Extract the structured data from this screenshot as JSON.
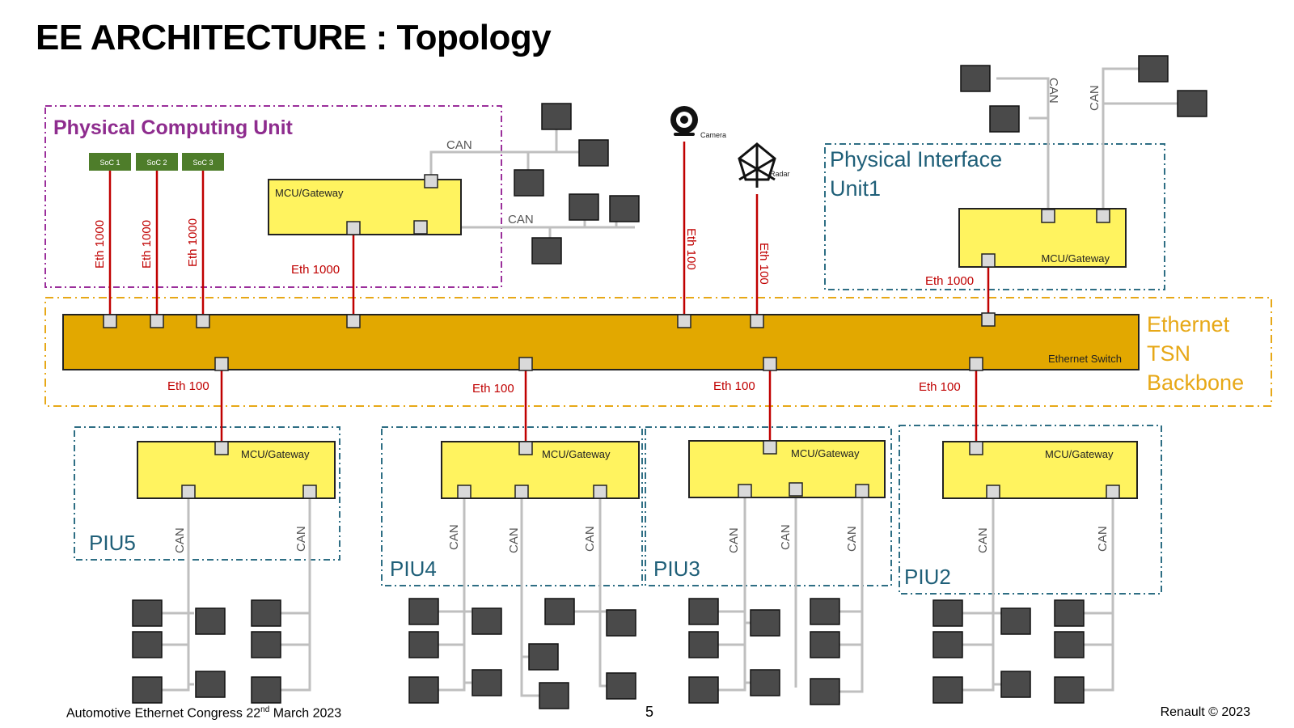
{
  "title": "EE ARCHITECTURE : Topology",
  "colors": {
    "ecu_fill": "#FFF35F",
    "switch_fill": "#E2A800",
    "eth_line": "#C00000",
    "can_line": "#BFBFBF",
    "node_fill": "#4A4A4A",
    "soc_fill": "#4E7D2A",
    "pcu_border": "#9B2F9B",
    "piu_border": "#2E6E84",
    "backbone_border": "#E7A817",
    "port_fill": "#D9D9D9"
  },
  "pcu": {
    "label": "Physical Computing Unit",
    "soc_labels": [
      "SoC 1",
      "SoC 2",
      "SoC 3"
    ],
    "mcu_label": "MCU/Gateway",
    "can_labels": [
      "CAN",
      "CAN"
    ]
  },
  "sensors": {
    "camera_label": "Camera",
    "radar_label": "Radar"
  },
  "piu1": {
    "label_line1": "Physical Interface",
    "label_line2": "Unit1",
    "mcu_label": "MCU/Gateway",
    "can_labels": [
      "CAN",
      "CAN"
    ]
  },
  "backbone": {
    "label_line1": "Ethernet",
    "label_line2": "TSN",
    "label_line3": "Backbone",
    "switch_label": "Ethernet Switch"
  },
  "links": {
    "eth1000": "Eth 1000",
    "eth100": "Eth 100"
  },
  "pius": [
    {
      "label": "PIU5",
      "mcu_label": "MCU/Gateway",
      "can_labels": [
        "CAN",
        "CAN"
      ]
    },
    {
      "label": "PIU4",
      "mcu_label": "MCU/Gateway",
      "can_labels": [
        "CAN",
        "CAN",
        "CAN"
      ]
    },
    {
      "label": "PIU3",
      "mcu_label": "MCU/Gateway",
      "can_labels": [
        "CAN",
        "CAN",
        "CAN"
      ]
    },
    {
      "label": "PIU2",
      "mcu_label": "MCU/Gateway",
      "can_labels": [
        "CAN",
        "CAN"
      ]
    }
  ],
  "footer": {
    "left_main": "Automotive Ethernet Congress 22",
    "left_sup": "nd",
    "left_tail": " March 2023",
    "page": "5",
    "right": "Renault © 2023"
  }
}
